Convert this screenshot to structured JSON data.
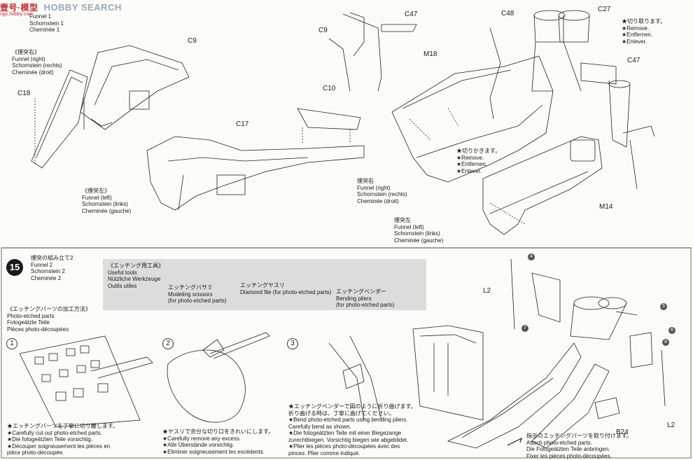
{
  "watermark": {
    "site": "HOBBY SEARCH",
    "logo": "壹号·模型",
    "sub": "ngs.hobby.com"
  },
  "top_section": {
    "header": [
      "Funnel 1",
      "Schornstein 1",
      "Cheminée 1"
    ],
    "funnel_right_left": [
      "《煙突右》",
      "Funnel (right)",
      "Schornstein (rechts)",
      "Cheminée (droit)"
    ],
    "funnel_left_left": [
      "《煙突左》",
      "Funnel (left)",
      "Schornstein (links)",
      "Cheminée (gauche)"
    ],
    "remove_top": [
      "★切り取ります。",
      "★Remove.",
      "★Entfernen.",
      "★Enlever."
    ],
    "remove_mid": [
      "★切りかきます。",
      "★Remove.",
      "★Entfernen.",
      "★Enlever."
    ],
    "funnel_right_right": [
      "煙突右",
      "Funnel (right)",
      "Schornstein (rechts)",
      "Cheminée (droit)"
    ],
    "funnel_left_right": [
      "煙突左",
      "Funnel (left)",
      "Schornstein (links)",
      "Cheminée (gauche)"
    ],
    "parts": {
      "c9_a": "C9",
      "c18": "C18",
      "c10": "C10",
      "c17": "C17",
      "c9_b": "C9",
      "c47_a": "C47",
      "c48": "C48",
      "c27": "C27",
      "c47_b": "C47",
      "m18": "M18",
      "m14": "M14"
    }
  },
  "step15": {
    "number": "15",
    "title": [
      "煙突の組み立て2",
      "Funnel 2",
      "Schornstein 2",
      "Cheminée 2"
    ],
    "tools_title": [
      "《エッチング用工具》",
      "Useful tools",
      "Nützliche Werkzeuge",
      "Outils utiles"
    ],
    "tool_scissors": [
      "エッチングバサミ",
      "Modeling scissors",
      "(for photo-etched parts)"
    ],
    "tool_file": [
      "エッチングヤスリ",
      "Diamond file (for photo-etched parts)"
    ],
    "tool_pliers": [
      "エッチングベンダー",
      "Bending pliers",
      "(for photo-etched parts)"
    ],
    "pe_title": [
      "《エッチングパーツの加工方法》",
      "Photo-etched parts",
      "Fotogeätzte Teile",
      "Pièces photo-découpées"
    ],
    "sub1": "1",
    "sub2": "2",
    "sub3": "3",
    "note1": [
      "★エッチングパーツを丁寧に切り離します。",
      "★Carefully cut out photo-etched parts.",
      "★Die fotogeätzten Teile vorsichtig.",
      "★Découper soigneusement les pièces en",
      "pièce photo-découpée."
    ],
    "note2": [
      "★ヤスリで余分な切り口をきれいにします。",
      "★Carefully remove any excess.",
      "★Alle Überstände vorsichtig.",
      "★Eliminer soigneusement les excédents."
    ],
    "note3": [
      "★エッチングベンダーで図のように折り曲げます。",
      "折り曲げる時は、丁寧に曲げてください。",
      "★Bend photo-etched parts using bending pliers.",
      "Carefully bend as shown.",
      "★Die fotogeätzten Teile mit einer Biegezange",
      "zurechtbiegen. Vorsichtig biegen wie abgebildet.",
      "★Plier les pièces photo-découpées avec des",
      "pinces. Plier comme indiqué."
    ],
    "note4": [
      "指示のエッチングパーツを取り付けます。",
      "Attach photo-etched parts.",
      "Die Fotogeätzten Teile anbringen.",
      "Fixer les pièces photo-découpées."
    ],
    "parts": {
      "l2_a": "L2",
      "l2_b": "L2",
      "b24": "B24"
    },
    "pe_numbers": [
      "4",
      "5",
      "6",
      "7",
      "8"
    ]
  }
}
